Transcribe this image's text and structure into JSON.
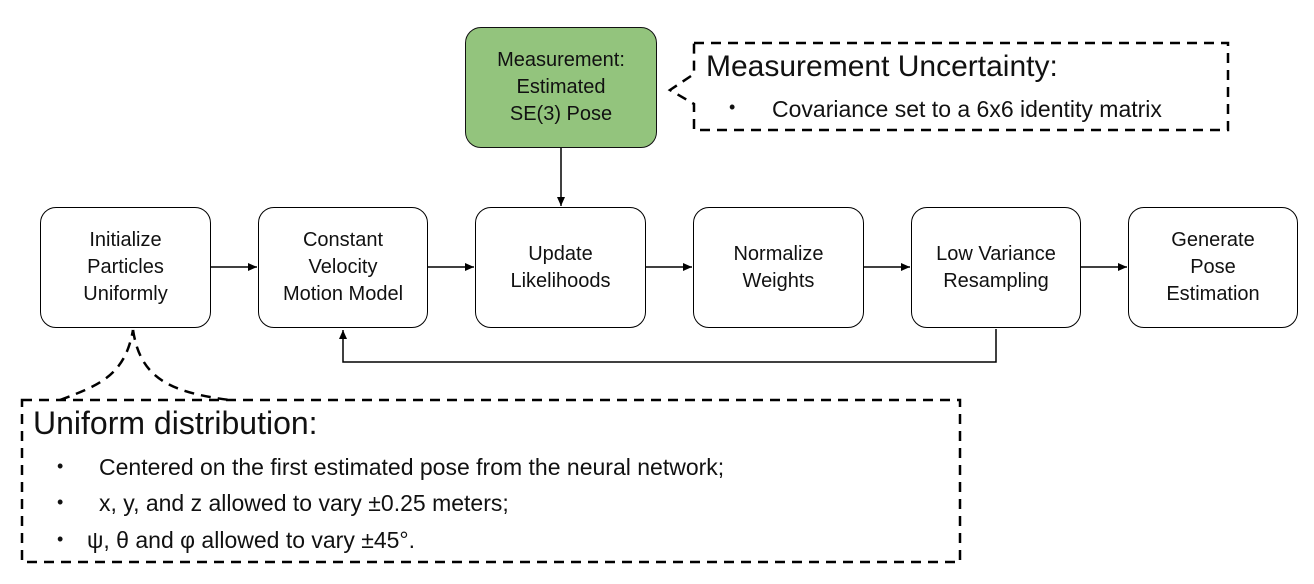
{
  "measurement": {
    "label": "Measurement:\nEstimated\nSE(3) Pose",
    "fill": "#93c47d"
  },
  "pipeline": [
    {
      "id": "init",
      "label": "Initialize\nParticles\nUniformly"
    },
    {
      "id": "motion",
      "label": "Constant\nVelocity\nMotion Model"
    },
    {
      "id": "update",
      "label": "Update\nLikelihoods"
    },
    {
      "id": "normalize",
      "label": "Normalize\nWeights"
    },
    {
      "id": "resample",
      "label": "Low Variance\nResampling"
    },
    {
      "id": "generate",
      "label": "Generate\nPose\nEstimation"
    }
  ],
  "measurement_uncertainty": {
    "title": "Measurement Uncertainty:",
    "bullets": [
      "Covariance set to a 6x6 identity matrix"
    ]
  },
  "uniform_distribution": {
    "title": "Uniform distribution:",
    "bullets": [
      "Centered on the first estimated pose from the neural network;",
      "x, y, and z allowed to vary ±0.25 meters;",
      "ψ, θ and φ allowed to vary ±45°."
    ]
  },
  "bullet_symbol": "•"
}
